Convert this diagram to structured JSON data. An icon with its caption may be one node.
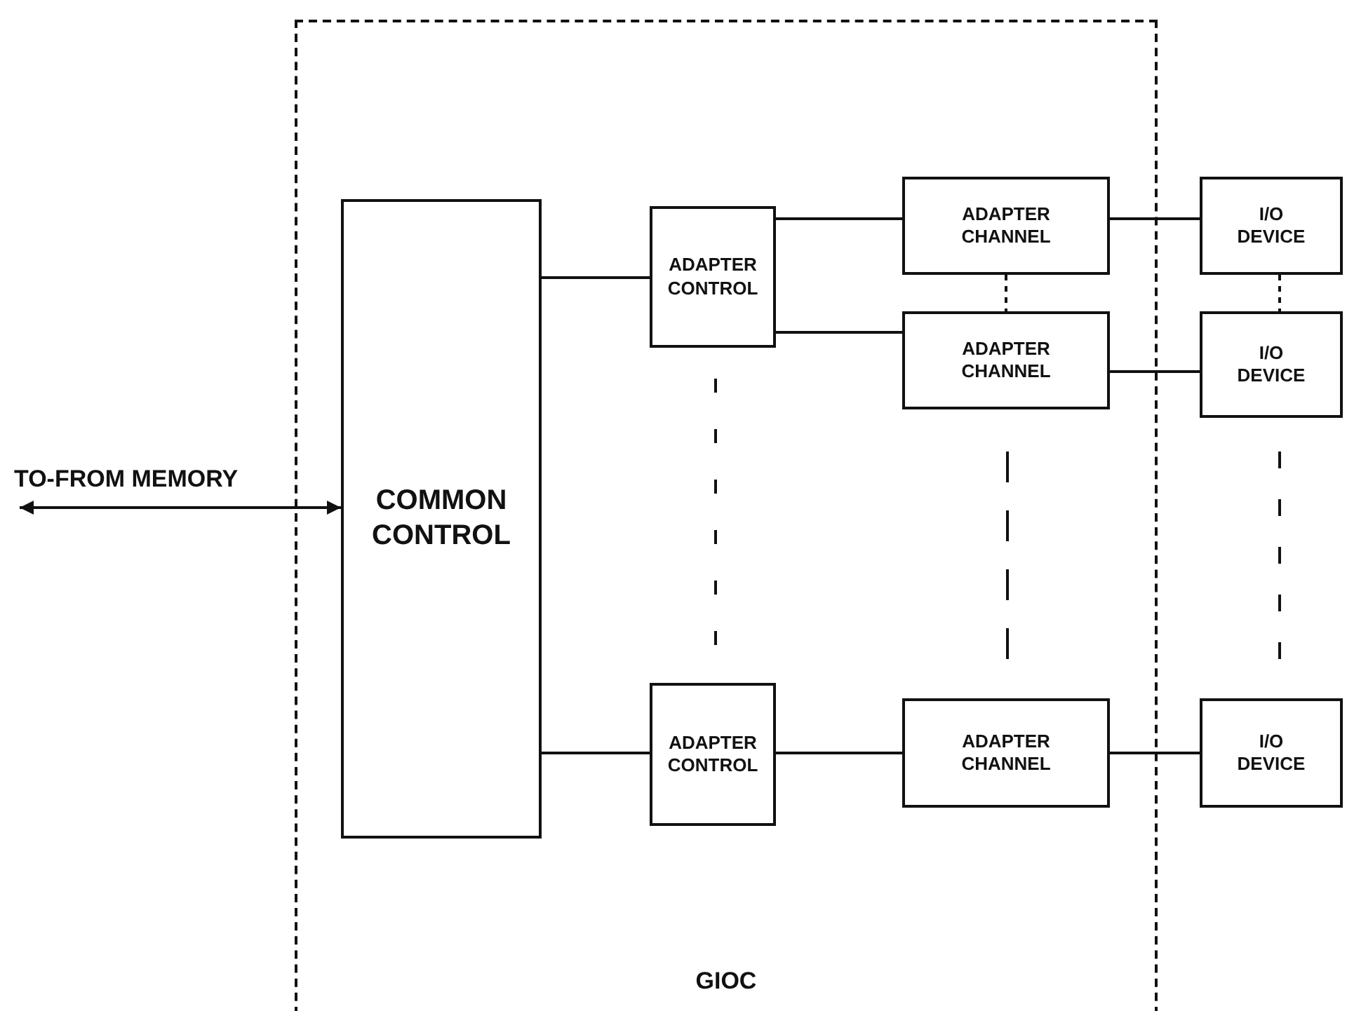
{
  "diagram": {
    "nodes": [
      {
        "text": [
          "GIOC"
        ]
      },
      {
        "text": [
          "COMMON CONTROL"
        ],
        "in": 0
      },
      {
        "text": [
          "ADAPTER CONTROL"
        ],
        "in": 0
      },
      {
        "text": [
          "ADAPTER CHANNEL"
        ],
        "in": 0
      },
      {
        "text": [
          "ADAPTER CHANNEL"
        ],
        "in": 0
      },
      {
        "text": [
          "ADAPTER CONTROL"
        ],
        "in": 0
      },
      {
        "text": [
          "ADAPTER CHANNEL"
        ],
        "in": 0
      },
      {
        "text": [
          "I/O DEVICE"
        ]
      },
      {
        "text": [
          "I/O DEVICE"
        ]
      },
      {
        "text": [
          "I/O DEVICE"
        ]
      }
    ],
    "edges": [
      {
        "from": null,
        "to": 1,
        "arrow": "both",
        "label": "TO-FROM MEMORY"
      },
      {
        "from": 1,
        "to": 2,
        "arrow": "none"
      },
      {
        "from": 1,
        "to": 5,
        "arrow": "none"
      },
      {
        "from": 2,
        "to": 3,
        "arrow": "none"
      },
      {
        "from": 2,
        "to": 4,
        "arrow": "none"
      },
      {
        "from": 5,
        "to": 6,
        "arrow": "none"
      },
      {
        "from": 3,
        "to": 7,
        "arrow": "none"
      },
      {
        "from": 4,
        "to": 8,
        "arrow": "none"
      },
      {
        "from": 6,
        "to": 9,
        "arrow": "none"
      },
      {
        "from": 3,
        "to": 4,
        "arrow": "none",
        "style": "dashed"
      },
      {
        "from": 7,
        "to": 8,
        "arrow": "none",
        "style": "dashed"
      }
    ]
  }
}
